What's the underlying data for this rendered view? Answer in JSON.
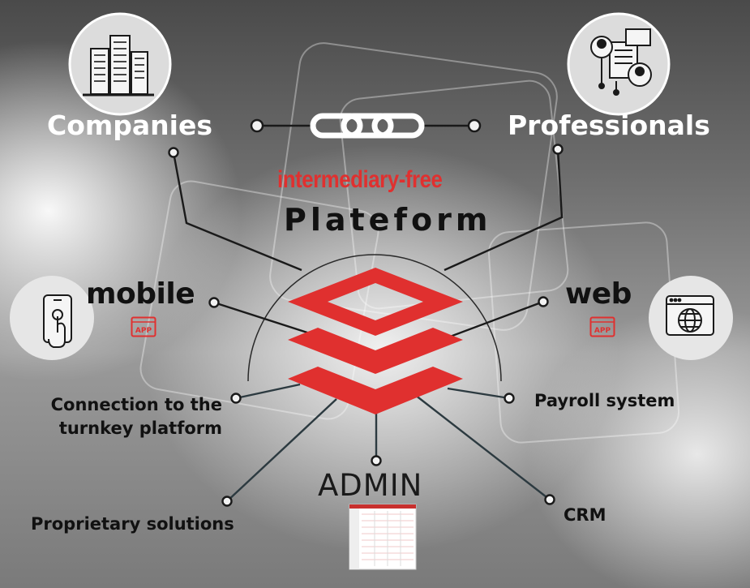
{
  "headline": {
    "left": "Companies",
    "right": "Professionals"
  },
  "platform": {
    "subtitle": "intermediary-free",
    "title": "Plateform"
  },
  "channels": {
    "mobile": {
      "label": "mobile",
      "badge": "APP"
    },
    "web": {
      "label": "web",
      "badge": "APP"
    }
  },
  "features": {
    "connection": "Connection to the turnkey platform",
    "payroll": "Payroll system",
    "proprietary": "Proprietary solutions",
    "crm": "CRM",
    "admin": "ADMIN"
  },
  "icons": {
    "companies": "buildings-icon",
    "professionals": "people-documents-icon",
    "mobile": "smartphone-touch-icon",
    "web": "browser-globe-icon",
    "link": "chain-link-icon",
    "logo": "stacked-layers-logo-icon"
  },
  "colors": {
    "accent": "#e0302f",
    "line": "#1a1a1a",
    "node": "#333333"
  }
}
